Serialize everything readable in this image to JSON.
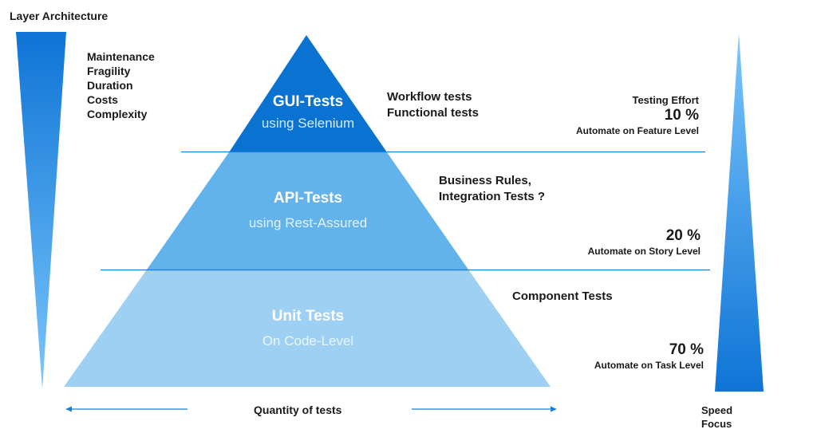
{
  "title": "Layer Architecture",
  "left_factors": [
    "Maintenance",
    "Fragility",
    "Duration",
    "Costs",
    "Complexity"
  ],
  "layers": [
    {
      "name": "GUI-Tests",
      "tool": "using Selenium",
      "descriptions": [
        "Workflow tests",
        "Functional tests"
      ],
      "effort_label": "Testing Effort",
      "percent": "10 %",
      "level": "Automate on Feature Level",
      "color": "#0a73d2"
    },
    {
      "name": "API-Tests",
      "tool": "using Rest-Assured",
      "descriptions": [
        "Business Rules,",
        "Integration Tests ?"
      ],
      "effort_label": "",
      "percent": "20 %",
      "level": "Automate on Story Level",
      "color": "#62b3ec"
    },
    {
      "name": "Unit Tests",
      "tool": "On Code-Level",
      "descriptions": [
        "Component Tests"
      ],
      "effort_label": "",
      "percent": "70 %",
      "level": "Automate on Task Level",
      "color": "#9dd0f3"
    }
  ],
  "bottom_axis_label": "Quantity of tests",
  "right_axis_label": [
    "Speed",
    "Focus"
  ],
  "colors": {
    "line": "#1a7fd4",
    "bar_dark": "#0e74d6",
    "bar_light": "#7cc6fb"
  }
}
